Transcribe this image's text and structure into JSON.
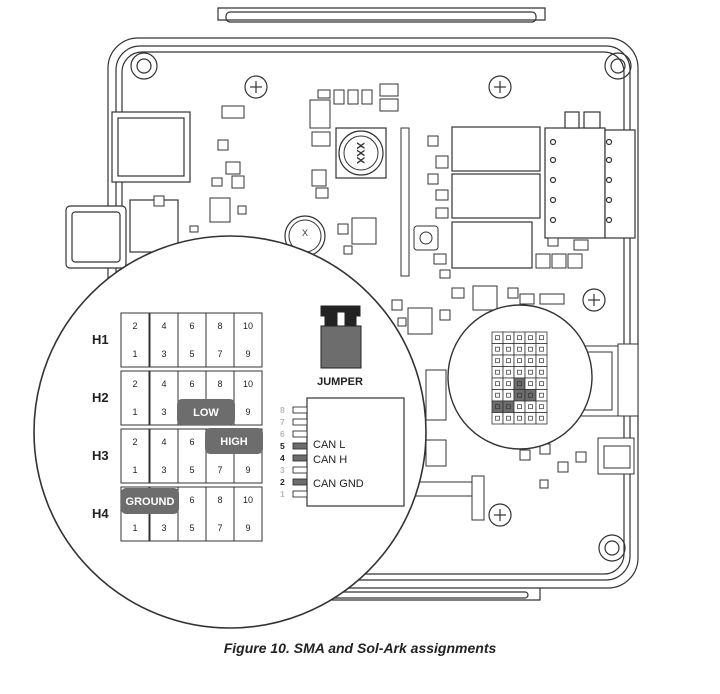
{
  "caption": "Figure 10.  SMA and Sol-Ark assignments",
  "jumper_label": "JUMPER",
  "headers": [
    {
      "name": "H1",
      "top_pins": [
        "2",
        "4",
        "6",
        "8",
        "10"
      ],
      "bottom_pins": [
        "1",
        "3",
        "5",
        "7",
        "9"
      ]
    },
    {
      "name": "H2",
      "top_pins": [
        "2",
        "4",
        "6",
        "8",
        "10"
      ],
      "bottom_pins": [
        "1",
        "3",
        "5",
        "7",
        "9"
      ]
    },
    {
      "name": "H3",
      "top_pins": [
        "2",
        "4",
        "6",
        "8",
        "10"
      ],
      "bottom_pins": [
        "1",
        "3",
        "5",
        "7",
        "9"
      ]
    },
    {
      "name": "H4",
      "top_pins": [
        "2",
        "4",
        "6",
        "8",
        "10"
      ],
      "bottom_pins": [
        "1",
        "3",
        "5",
        "7",
        "9"
      ]
    }
  ],
  "assignments": {
    "low": "LOW",
    "high": "HIGH",
    "ground": "GROUND"
  },
  "connector": {
    "pins": [
      "8",
      "7",
      "6",
      "5",
      "4",
      "3",
      "2",
      "1"
    ],
    "active_pins": [
      "5",
      "4",
      "2"
    ],
    "labels": {
      "can_l": "CAN L",
      "can_h": "CAN H",
      "can_gnd": "CAN GND"
    }
  },
  "silkscreen": {
    "knob_top": "XXX",
    "knob_small": "X"
  },
  "colors": {
    "line": "#333333",
    "tag_fill": "#6d6d6d",
    "highlight_fill": "#6d6d6d",
    "inactive_pin": "#b8b8b8",
    "board_fill": "#ffffff"
  }
}
